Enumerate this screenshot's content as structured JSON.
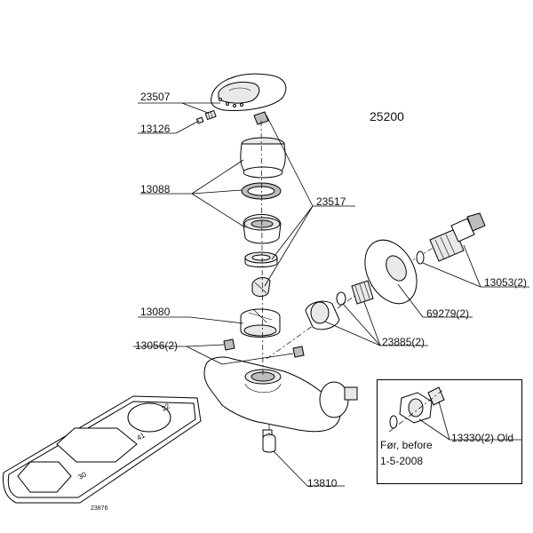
{
  "title": "25200",
  "labels": {
    "p23507": "23507",
    "p13126": "13126",
    "p13088": "13088",
    "p23517": "23517",
    "p13080": "13080",
    "p13056": "13056(2)",
    "p13053": "13053(2)",
    "p69279": "69279(2)",
    "p23885": "23885(2)",
    "p13810": "13810",
    "p23876": "23876"
  },
  "inset": {
    "part_label": "13330(2) Old",
    "note_line1": "Før, before",
    "note_line2": "1-5-2008"
  },
  "tool_marks": {
    "mark_22": "22",
    "mark_41": "41",
    "mark_30": "30"
  }
}
